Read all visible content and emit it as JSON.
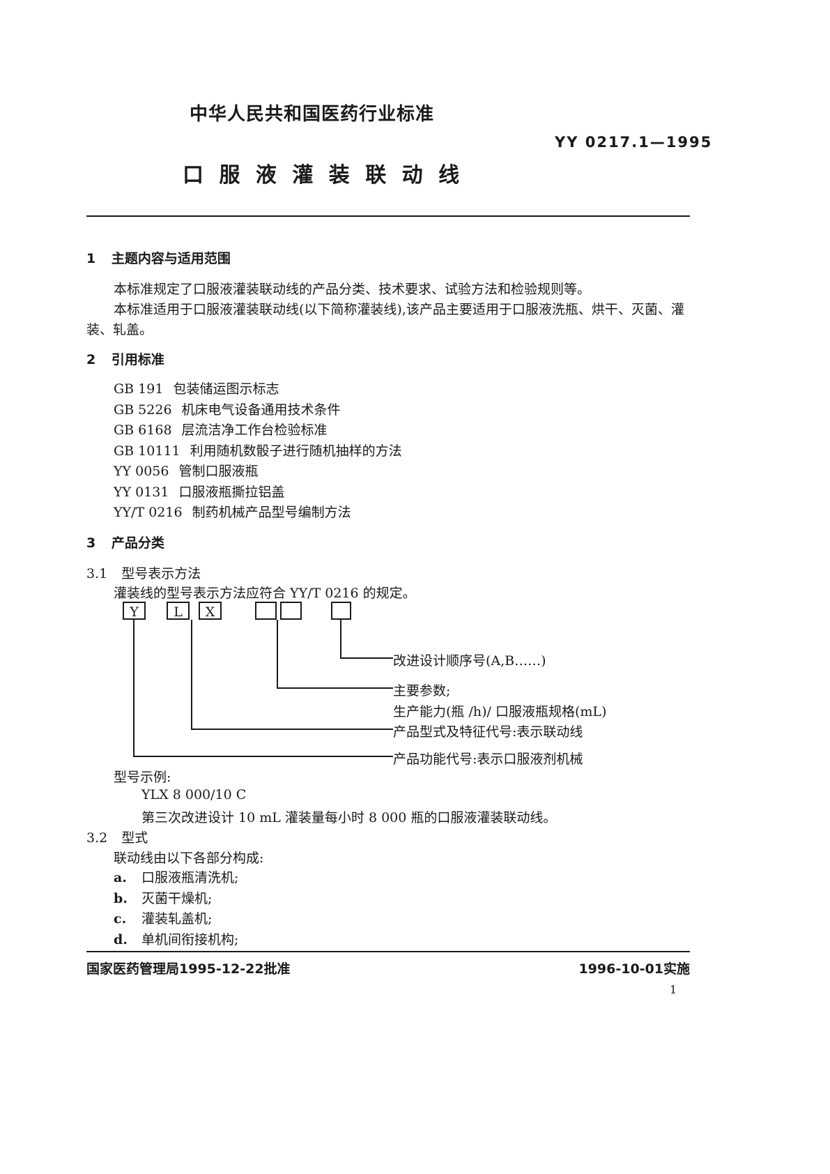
{
  "header": {
    "org_title": "中华人民共和国医药行业标准",
    "standard_no": "YY 0217.1—1995",
    "doc_title": "口 服 液 灌 装 联 动 线"
  },
  "s1": {
    "num": "1",
    "title": "主题内容与适用范围",
    "p1": "本标准规定了口服液灌装联动线的产品分类、技术要求、试验方法和检验规则等。",
    "p2a": "本标准适用于口服液灌装联动线(以下简称灌装线),该产品主要适用于口服液洗瓶、烘干、灭菌、灌",
    "p2b": "装、轧盖。"
  },
  "s2": {
    "num": "2",
    "title": "引用标准",
    "refs": [
      {
        "code": "GB 191",
        "title": "包装储运图示标志"
      },
      {
        "code": "GB 5226",
        "title": "机床电气设备通用技术条件"
      },
      {
        "code": "GB 6168",
        "title": "层流洁净工作台检验标准"
      },
      {
        "code": "GB 10111",
        "title": "利用随机数骰子进行随机抽样的方法"
      },
      {
        "code": "YY 0056",
        "title": "管制口服液瓶"
      },
      {
        "code": "YY 0131",
        "title": "口服液瓶撕拉铝盖"
      },
      {
        "code": "YY/T 0216",
        "title": "制药机械产品型号编制方法"
      }
    ]
  },
  "s3": {
    "num": "3",
    "title": "产品分类",
    "s31_num": "3.1",
    "s31_title": "型号表示方法",
    "s31_p": "灌装线的型号表示方法应符合 YY/T 0216 的规定。",
    "diagram": {
      "box1": "Y",
      "box2": "L",
      "box3": "X",
      "label_rev": "改进设计顺序号(A,B……)",
      "label_param1": "主要参数;",
      "label_param2": "生产能力(瓶 /h)/ 口服液瓶规格(mL)",
      "label_form": "产品型式及特征代号:表示联动线",
      "label_func": "产品功能代号:表示口服液剂机械"
    },
    "example_label": "型号示例:",
    "example_code": "YLX 8 000/10 C",
    "example_desc": "第三次改进设计 10 mL 灌装量每小时 8 000 瓶的口服液灌装联动线。",
    "s32_num": "3.2",
    "s32_title": "型式",
    "s32_intro": "联动线由以下各部分构成:",
    "items": [
      {
        "mark": "a.",
        "text": "口服液瓶清洗机;"
      },
      {
        "mark": "b.",
        "text": "灭菌干燥机;"
      },
      {
        "mark": "c.",
        "text": "灌装轧盖机;"
      },
      {
        "mark": "d.",
        "text": "单机间衔接机构;"
      }
    ]
  },
  "footer": {
    "approval": "国家医药管理局1995-12-22批准",
    "effective": "1996-10-01实施",
    "page_no": "1"
  }
}
